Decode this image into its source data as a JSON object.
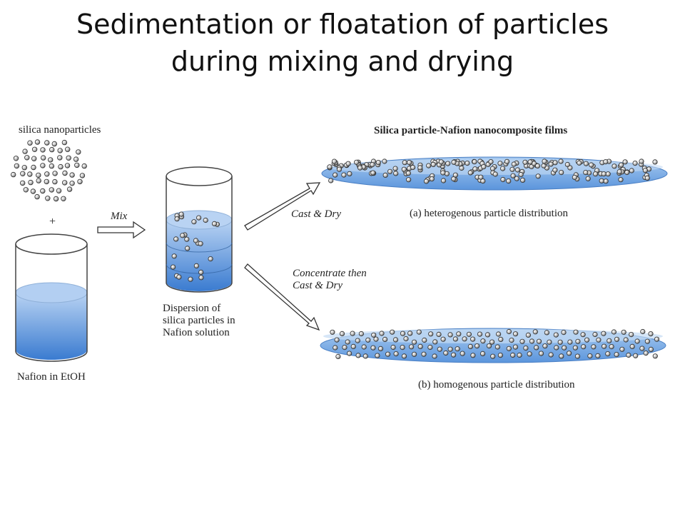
{
  "title": {
    "line1": "Sedimentation or floatation of particles",
    "line2": "during mixing and drying"
  },
  "labels": {
    "silica": "silica nanoparticles",
    "plus": "+",
    "nafion": "Nafion in EtOH",
    "mix": "Mix",
    "dispersion": [
      "Dispersion of",
      "silica particles in",
      "Nafion solution"
    ],
    "cast_dry": "Cast & Dry",
    "concentrate": [
      "Concentrate then",
      "Cast & Dry"
    ],
    "films_title": "Silica particle-Nafion nanocomposite films",
    "film_a": "(a) heterogenous particle distribution",
    "film_b": "(b) homogenous particle distribution"
  },
  "colors": {
    "liquid_top": "#c9dcf4",
    "liquid_bottom": "#3f7fd0",
    "film": "#7aaee6",
    "particle": "#9a9a9a"
  }
}
